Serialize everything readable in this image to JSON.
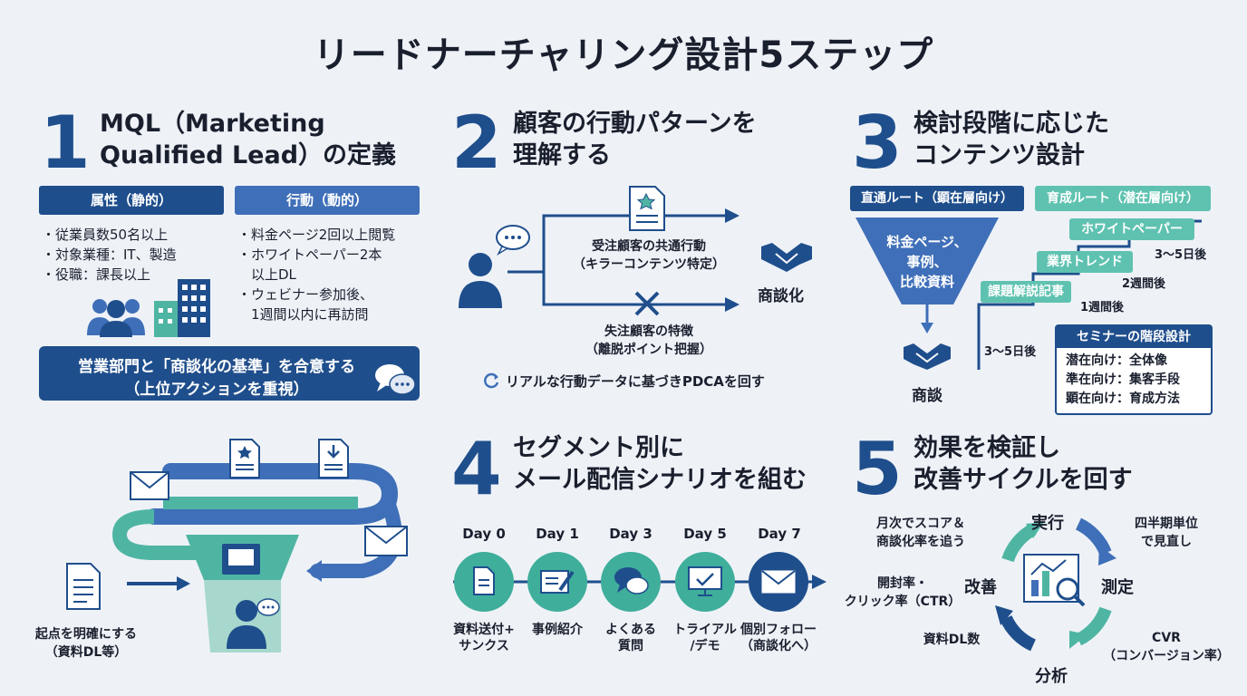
{
  "title": "リードナーチャリング設計5ステップ",
  "colors": {
    "navy": "#1f4e8c",
    "blue": "#3f6fb8",
    "teal": "#4fb5a3",
    "background": "#eef2f7"
  },
  "step1": {
    "number": "1",
    "heading_line1": "MQL（Marketing",
    "heading_line2": "Qualified Lead）の定義",
    "attr_label": "属性（静的）",
    "attr_items": [
      "・従業員数50名以上",
      "・対象業種：IT、製造",
      "・役職：課長以上"
    ],
    "action_label": "行動（動的）",
    "action_items": [
      "・料金ページ2回以上閲覧",
      "・ホワイトペーパー2本",
      "　以上DL",
      "・ウェビナー参加後、",
      "　1週間以内に再訪問"
    ],
    "agree_line1": "営業部門と「商談化の基準」を合意する",
    "agree_line2": "（上位アクションを重視）",
    "start_line1": "起点を明確にする",
    "start_line2": "（資料DL等）",
    "icons": [
      "people-icon",
      "building-icon",
      "chat-icon",
      "document-icon",
      "envelope-icon",
      "funnel-icon",
      "person-icon"
    ]
  },
  "step2": {
    "number": "2",
    "heading_line1": "顧客の行動パターンを",
    "heading_line2": "理解する",
    "won_line1": "受注顧客の共通行動",
    "won_line2": "（キラーコンテンツ特定）",
    "lost_line1": "失注顧客の特徴",
    "lost_line2": "（離脱ポイント把握）",
    "deal": "商談化",
    "pdca": "リアルな行動データに基づきPDCAを回す"
  },
  "step3": {
    "number": "3",
    "heading_line1": "検討段階に応じた",
    "heading_line2": "コンテンツ設計",
    "direct_route": "直通ルート（顕在層向け）",
    "grow_route": "育成ルート（潜在層向け）",
    "funnel_lines": [
      "料金ページ、",
      "事例、",
      "比較資料"
    ],
    "deal": "商談",
    "stairs": [
      "課題解説記事",
      "業界トレンド",
      "ホワイトペーパー"
    ],
    "intervals": [
      "3〜5日後",
      "1週間後",
      "2週間後",
      "3〜5日後"
    ],
    "seminar_title": "セミナーの階段設計",
    "seminar_items": [
      "潜在向け：全体像",
      "準在向け：集客手段",
      "顕在向け：育成方法"
    ]
  },
  "step4": {
    "number": "4",
    "heading_line1": "セグメント別に",
    "heading_line2": "メール配信シナリオを組む",
    "days": [
      {
        "day": "Day 0",
        "line1": "資料送付+",
        "line2": "サンクス",
        "icon": "document-icon"
      },
      {
        "day": "Day 1",
        "line1": "事例紹介",
        "line2": "",
        "icon": "pencil-icon"
      },
      {
        "day": "Day 3",
        "line1": "よくある",
        "line2": "質問",
        "icon": "chat-icon"
      },
      {
        "day": "Day 5",
        "line1": "トライアル",
        "line2": "/デモ",
        "icon": "monitor-icon"
      },
      {
        "day": "Day 7",
        "line1": "個別フォロー",
        "line2": "（商談化へ）",
        "icon": "envelope-icon"
      }
    ]
  },
  "step5": {
    "number": "5",
    "heading_line1": "効果を検証し",
    "heading_line2": "改善サイクルを回す",
    "cycle": [
      "実行",
      "測定",
      "分析",
      "改善"
    ],
    "note_exec_line1": "月次でスコア＆",
    "note_exec_line2": "商談化率を追う",
    "note_quarter_line1": "四半期単位",
    "note_quarter_line2": "で見直し",
    "note_open_line1": "開封率・",
    "note_open_line2": "クリック率（CTR）",
    "note_dl": "資料DL数",
    "note_cvr_line1": "CVR",
    "note_cvr_line2": "（コンバージョン率）"
  }
}
